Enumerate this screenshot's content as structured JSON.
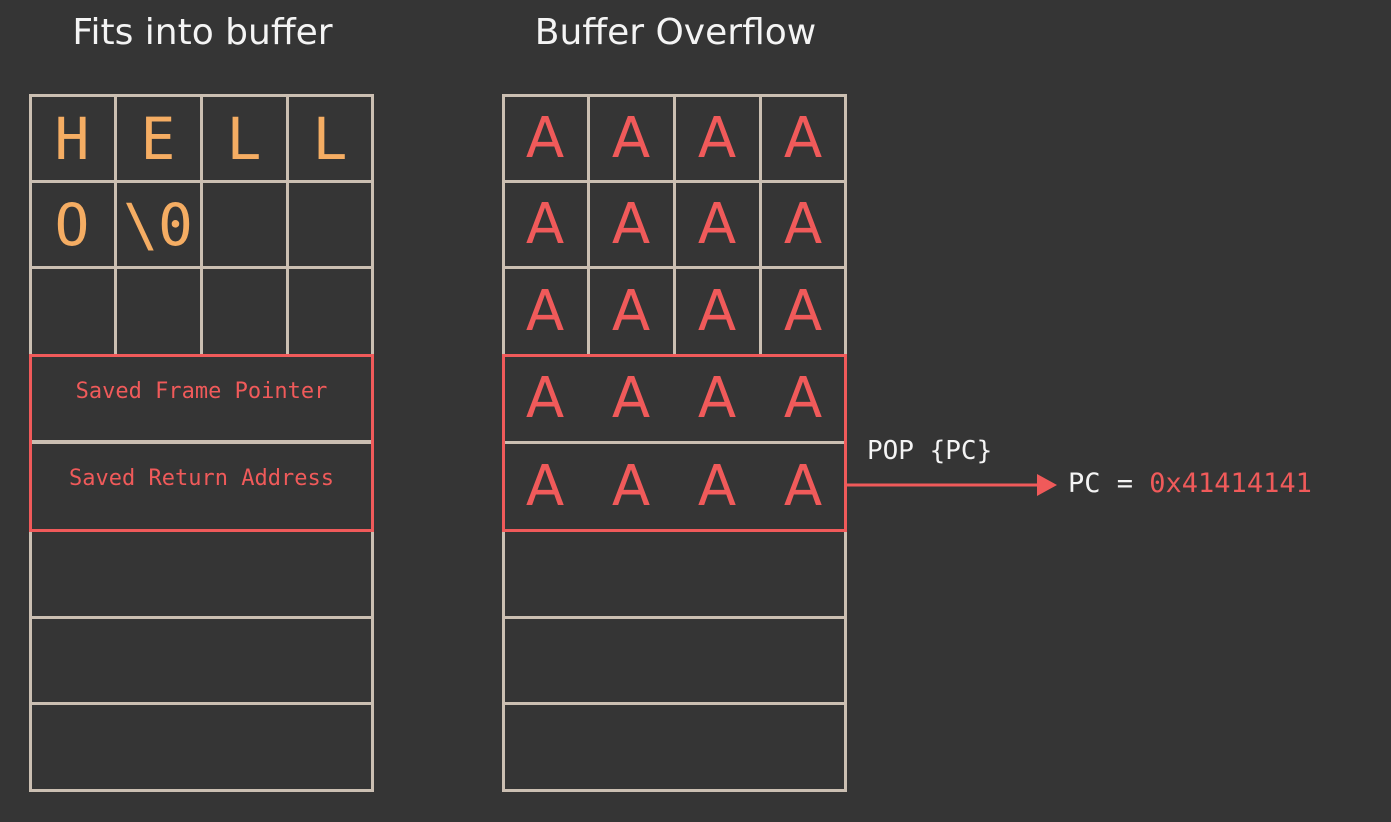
{
  "titles": {
    "left": "Fits into buffer",
    "right": "Buffer Overflow"
  },
  "left_stack": {
    "row1": [
      "H",
      "E",
      "L",
      "L"
    ],
    "row2": [
      "O",
      "\\0",
      "",
      ""
    ],
    "saved_frame_pointer": "Saved Frame Pointer",
    "saved_return_address": "Saved Return Address"
  },
  "right_stack": {
    "row1": [
      "A",
      "A",
      "A",
      "A"
    ],
    "row2": [
      "A",
      "A",
      "A",
      "A"
    ],
    "row3": [
      "A",
      "A",
      "A",
      "A"
    ],
    "row4": [
      "A",
      "A",
      "A",
      "A"
    ],
    "row5": [
      "A",
      "A",
      "A",
      "A"
    ]
  },
  "annotation": {
    "pop": "POP {PC}",
    "pc_prefix": "PC = ",
    "pc_value": "0x41414141"
  },
  "colors": {
    "background": "#353535",
    "grid": "#cbbfb2",
    "orange": "#f5ad63",
    "red": "#f05a5a",
    "white": "#f4f4f4"
  }
}
